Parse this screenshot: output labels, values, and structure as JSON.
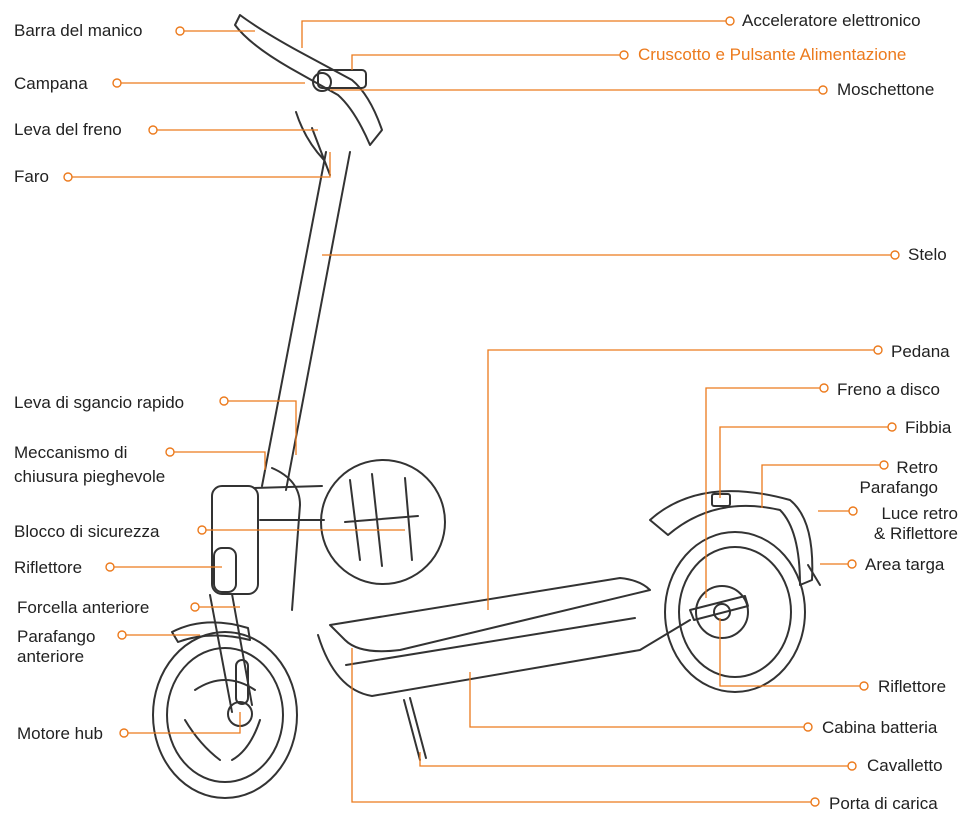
{
  "colors": {
    "accent": "#ec7a1c",
    "text": "#222222",
    "drawing": "#333333"
  },
  "labels": {
    "handlebar": "Barra del manico",
    "bell": "Campana",
    "brake_lever": "Leva del freno",
    "headlight": "Faro",
    "quick_release": "Leva di sgancio rapido",
    "folding_mech_1": "Meccanismo di",
    "folding_mech_2": "chiusura pieghevole",
    "safety_lock": "Blocco di sicurezza",
    "reflector_front": "Riflettore",
    "front_fork": "Forcella anteriore",
    "front_fender_1": "Parafango",
    "front_fender_2": "anteriore",
    "hub_motor": "Motore hub",
    "throttle": "Acceleratore elettronico",
    "dashboard": "Cruscotto e Pulsante Alimentazione",
    "carabiner": "Moschettone",
    "stem": "Stelo",
    "deck": "Pedana",
    "disc_brake": "Freno a disco",
    "buckle": "Fibbia",
    "rear_fender_1": "Retro",
    "rear_fender_2": "Parafango",
    "tail_light_1": "Luce retro",
    "tail_light_2": "& Riflettore",
    "plate_area": "Area targa",
    "reflector_rear": "Riflettore",
    "battery": "Cabina batteria",
    "kickstand": "Cavalletto",
    "charging_port": "Porta di carica"
  }
}
